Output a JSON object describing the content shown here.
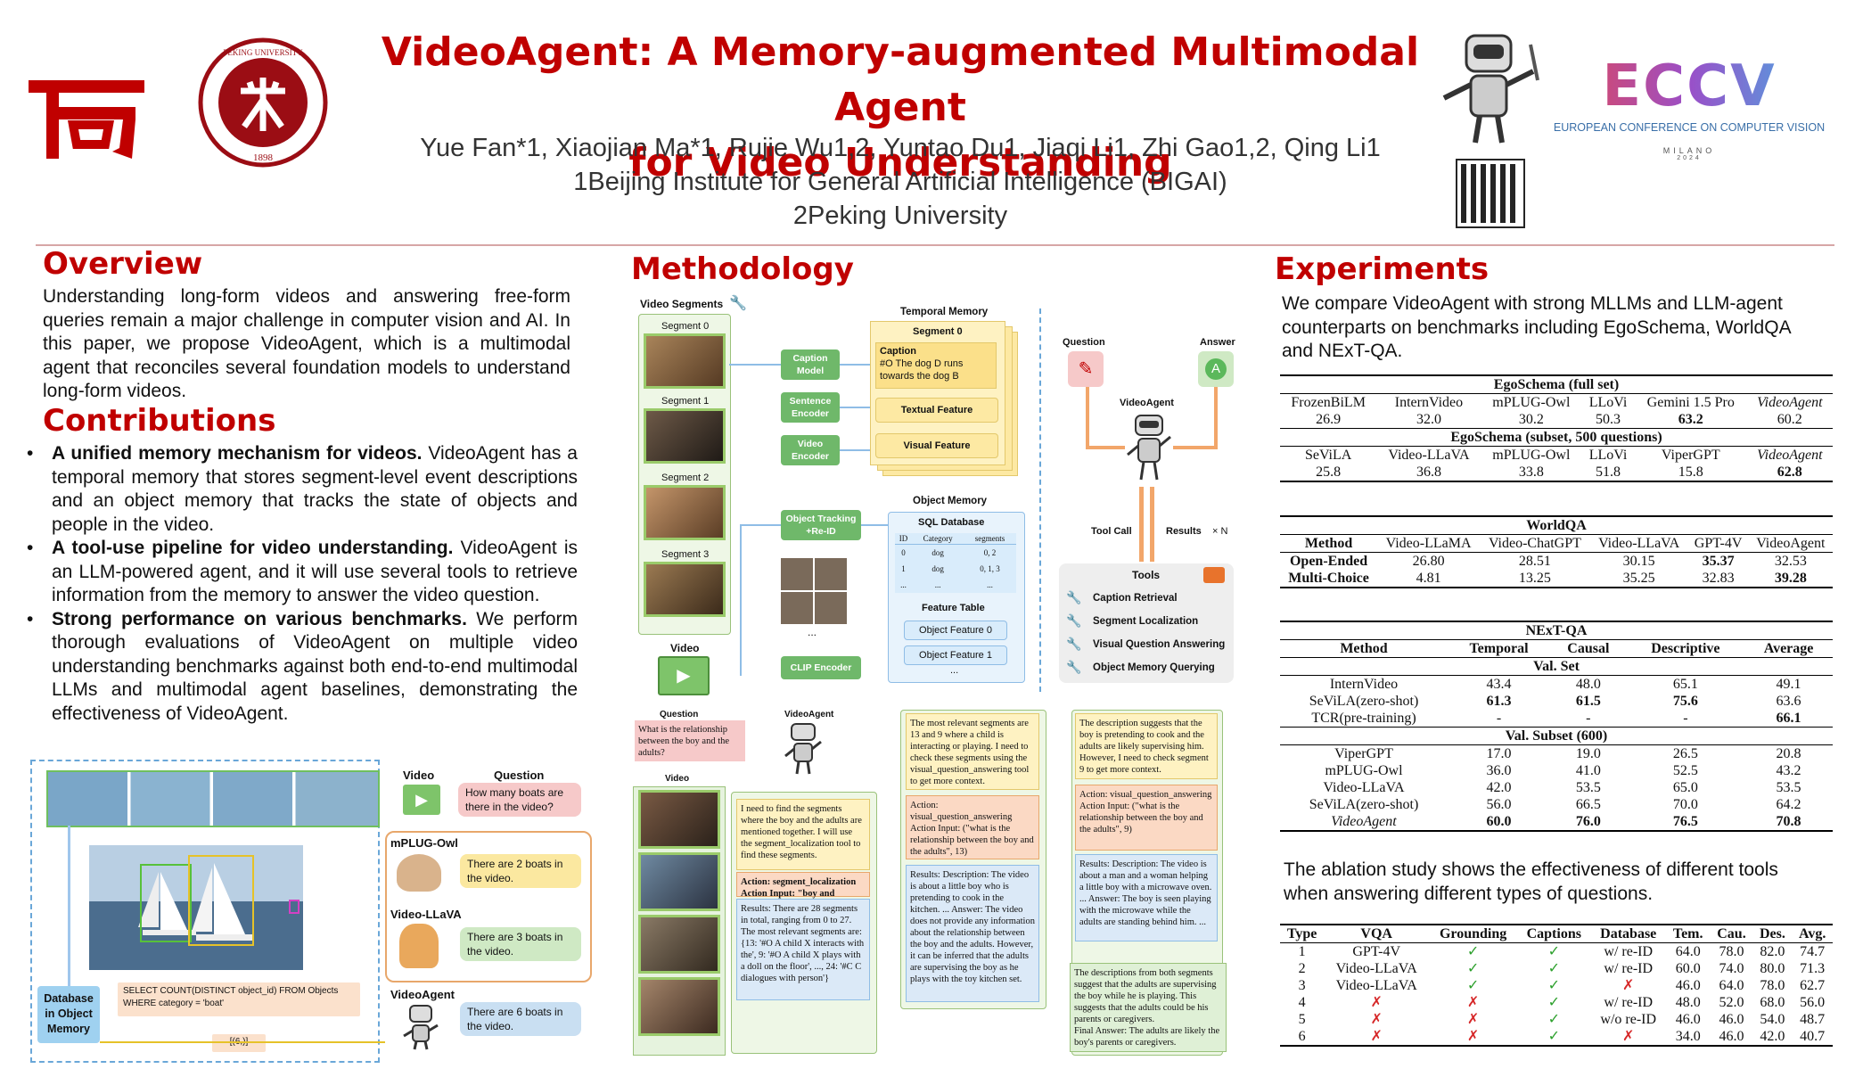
{
  "header": {
    "title_line1": "VideoAgent: A Memory-augmented Multimodal Agent",
    "title_line2": "for Video Understanding",
    "authors": "Yue Fan*1, Xiaojian Ma*1, Rujie Wu1,2, Yuntao Du1, Jiaqi Li1, Zhi Gao1,2, Qing Li1",
    "affiliation1": "1Beijing Institute for General Artificial Intelligence (BIGAI)",
    "affiliation2": "2Peking University",
    "pku_logo_text": "PEKING UNIVERSITY",
    "pku_logo_year": "1898",
    "eccv_logo": "ECCV",
    "eccv_sub": "EUROPEAN CONFERENCE ON COMPUTER VISION",
    "eccv_city": "MILANO",
    "eccv_year": "2024"
  },
  "overview": {
    "title": "Overview",
    "text": "Understanding long-form videos and answering free-form queries remain a major challenge in computer vision and AI. In this paper, we propose VideoAgent, which is a multimodal agent that reconciles several foundation models to understand long-form videos."
  },
  "contributions": {
    "title": "Contributions",
    "items": [
      {
        "bold": "A unified memory mechanism for videos.",
        "text": " VideoAgent has a temporal memory that stores segment-level event descriptions and an object memory that tracks the state of objects and people in the video."
      },
      {
        "bold": "A tool-use pipeline for video understanding.",
        "text": " VideoAgent is an LLM-powered agent, and it will use several tools to retrieve information from the memory to answer the video question."
      },
      {
        "bold": "Strong performance on various benchmarks.",
        "text": " We perform thorough evaluations of VideoAgent on multiple video understanding benchmarks against both end-to-end multimodal LLMs and multimodal agent baselines, demonstrating the effectiveness of VideoAgent."
      }
    ]
  },
  "demo": {
    "video_label": "Video",
    "question_label": "Question",
    "question": "How many boats are there in the video?",
    "models": [
      {
        "name": "mPLUG-Owl",
        "answer": "There are 2 boats in the video."
      },
      {
        "name": "Video-LLaVA",
        "answer": "There are 3 boats in the video."
      },
      {
        "name": "VideoAgent",
        "answer": "There are 6 boats in the video."
      }
    ],
    "sql": "SELECT COUNT(DISTINCT object_id) FROM Objects WHERE category = 'boat'",
    "sql_result": "[(6,)]",
    "db_label": "Database in Object Memory"
  },
  "methodology": {
    "title": "Methodology",
    "video_segments": "Video Segments",
    "segments": [
      "Segment 0",
      "Segment 1",
      "Segment 2",
      "Segment 3"
    ],
    "video": "Video",
    "caption_model": "Caption Model",
    "sentence_encoder": "Sentence Encoder",
    "video_encoder": "Video Encoder",
    "temporal_memory": "Temporal Memory",
    "tm_segment": "Segment 0",
    "tm_caption_label": "Caption",
    "tm_caption": "#O The dog D runs towards the dog B",
    "tm_textual": "Textual Feature",
    "tm_visual": "Visual Feature",
    "object_tracking": "Object Tracking +Re-ID",
    "clip_encoder": "CLIP Encoder",
    "object_memory": "Object Memory",
    "sql_database": "SQL Database",
    "sql_headers": [
      "ID",
      "Category",
      "segments"
    ],
    "sql_rows": [
      [
        "0",
        "dog",
        "0, 2"
      ],
      [
        "1",
        "dog",
        "0, 1, 3"
      ],
      [
        "...",
        "...",
        "..."
      ]
    ],
    "feature_table": "Feature Table",
    "features": [
      "Object Feature 0",
      "Object Feature 1",
      "..."
    ],
    "question": "Question",
    "answer": "Answer",
    "answer_letter": "A",
    "videoagent": "VideoAgent",
    "tool_call": "Tool Call",
    "results": "Results",
    "times_n": "× N",
    "tools": "Tools",
    "tool_list": [
      "Caption Retrieval",
      "Segment Localization",
      "Visual Question Answering",
      "Object Memory Querying"
    ]
  },
  "example": {
    "question_label": "Question",
    "question": "What is the relationship between the boy and the adults?",
    "agent_label": "VideoAgent",
    "video_label": "Video",
    "col1": [
      "I need to find the segments where the boy and the adults are mentioned together. I will use the segment_localization tool to find these segments.",
      "Action: segment_localization\nAction Input: \"boy and adults\"",
      "Results: There are 28 segments in total, ranging from 0 to 27. The most relevant segments are: {13: '#O A child X interacts with the', 9: '#O A child X plays with a doll on the floor', ..., 24: '#C C dialogues with person'}"
    ],
    "col2": [
      "The most relevant segments are 13 and 9 where a child is interacting or playing. I need to check these segments using the visual_question_answering tool to get more context.",
      "Action: visual_question_answering\nAction Input: (\"what is the relationship between the boy and the adults\", 13)",
      "Results: Description: The video is about a little boy who is pretending to cook in the kitchen. ... Answer: The video does not provide any information about the relationship between the boy and the adults. However, it can be inferred that the adults are supervising the boy as he plays with the toy kitchen set."
    ],
    "col3": [
      "The description suggests that the boy is pretending to cook and the adults are likely supervising him. However, I need to check segment 9 to get more context.",
      "Action: visual_question_answering\nAction Input: (\"what is the relationship between the boy and the adults\", 9)",
      "Results: Description: The video is about a man and a woman helping a little boy with a microwave oven. ... Answer: The boy is seen playing with the microwave while the adults are standing behind him. ...",
      "The descriptions from both segments suggest that the adults are supervising the boy while he is playing. This suggests that the adults could be his parents or caregivers.\nFinal Answer: The adults are likely the boy's parents or caregivers."
    ]
  },
  "experiments": {
    "title": "Experiments",
    "intro": "We compare VideoAgent with strong MLLMs and LLM-agent counterparts on benchmarks including EgoSchema, WorldQA and NExT-QA.",
    "ego_full_title": "EgoSchema (full set)",
    "ego_full_headers": [
      "FrozenBiLM",
      "InternVideo",
      "mPLUG-Owl",
      "LLoVi",
      "Gemini 1.5 Pro",
      "VideoAgent"
    ],
    "ego_full_values": [
      "26.9",
      "32.0",
      "30.2",
      "50.3",
      "63.2",
      "60.2"
    ],
    "ego_sub_title": "EgoSchema (subset, 500 questions)",
    "ego_sub_headers": [
      "SeViLA",
      "Video-LLaVA",
      "mPLUG-Owl",
      "LLoVi",
      "ViperGPT",
      "VideoAgent"
    ],
    "ego_sub_values": [
      "25.8",
      "36.8",
      "33.8",
      "51.8",
      "15.8",
      "62.8"
    ],
    "worldqa_title": "WorldQA",
    "worldqa_headers": [
      "Method",
      "Video-LLaMA",
      "Video-ChatGPT",
      "Video-LLaVA",
      "GPT-4V",
      "VideoAgent"
    ],
    "worldqa_rows": [
      [
        "Open-Ended",
        "26.80",
        "28.51",
        "30.15",
        "35.37",
        "32.53"
      ],
      [
        "Multi-Choice",
        "4.81",
        "13.25",
        "35.25",
        "32.83",
        "39.28"
      ]
    ],
    "nextqa_title": "NExT-QA",
    "nextqa_headers": [
      "Method",
      "Temporal",
      "Causal",
      "Descriptive",
      "Average"
    ],
    "nextqa_val_label": "Val. Set",
    "nextqa_val_rows": [
      [
        "InternVideo",
        "43.4",
        "48.0",
        "65.1",
        "49.1"
      ],
      [
        "SeViLA(zero-shot)",
        "61.3",
        "61.5",
        "75.6",
        "63.6"
      ],
      [
        "TCR(pre-training)",
        "-",
        "-",
        "-",
        "66.1"
      ]
    ],
    "nextqa_sub_label": "Val. Subset (600)",
    "nextqa_sub_rows": [
      [
        "ViperGPT",
        "17.0",
        "19.0",
        "26.5",
        "20.8"
      ],
      [
        "mPLUG-Owl",
        "36.0",
        "41.0",
        "52.5",
        "43.2"
      ],
      [
        "Video-LLaVA",
        "42.0",
        "53.5",
        "65.0",
        "53.5"
      ],
      [
        "SeViLA(zero-shot)",
        "56.0",
        "66.5",
        "70.0",
        "64.2"
      ],
      [
        "VideoAgent",
        "60.0",
        "76.0",
        "76.5",
        "70.8"
      ]
    ],
    "ablation_text": "The ablation study shows the effectiveness of different tools when answering different types of questions.",
    "ablation_headers": [
      "Type",
      "VQA",
      "Grounding",
      "Captions",
      "Database",
      "Tem.",
      "Cau.",
      "Des.",
      "Avg."
    ],
    "ablation_rows": [
      [
        "1",
        "GPT-4V",
        "✓",
        "✓",
        "w/ re-ID",
        "64.0",
        "78.0",
        "82.0",
        "74.7"
      ],
      [
        "2",
        "Video-LLaVA",
        "✓",
        "✓",
        "w/ re-ID",
        "60.0",
        "74.0",
        "80.0",
        "71.3"
      ],
      [
        "3",
        "Video-LLaVA",
        "✓",
        "✓",
        "✗",
        "46.0",
        "64.0",
        "78.0",
        "62.7"
      ],
      [
        "4",
        "✗",
        "✗",
        "✓",
        "w/ re-ID",
        "48.0",
        "52.0",
        "68.0",
        "56.0"
      ],
      [
        "5",
        "✗",
        "✗",
        "✓",
        "w/o re-ID",
        "46.0",
        "46.0",
        "54.0",
        "48.7"
      ],
      [
        "6",
        "✗",
        "✗",
        "✓",
        "✗",
        "34.0",
        "46.0",
        "42.0",
        "40.7"
      ]
    ]
  }
}
